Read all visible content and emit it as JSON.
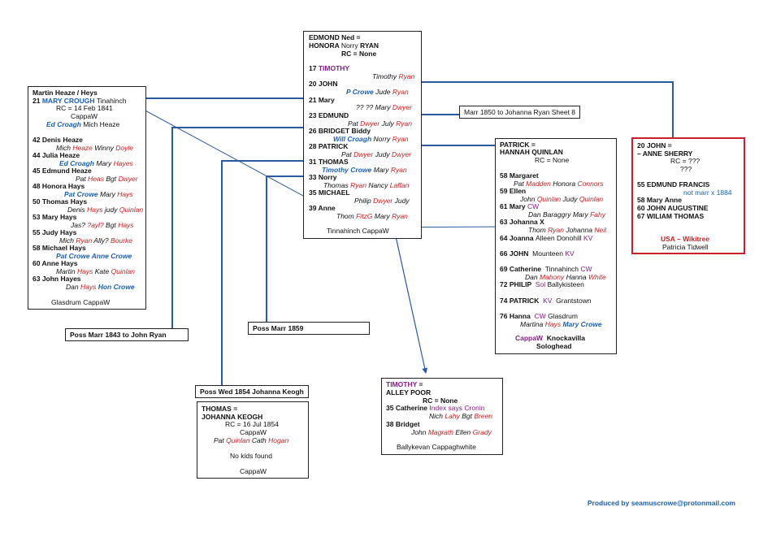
{
  "credit": "Produced by seamuscrowe@protonmail.com",
  "notes": {
    "marr_1850": "Marr 1850 to Johanna Ryan Sheet 8",
    "poss_1843": "Poss Marr 1843 to John Ryan",
    "poss_1859": "Poss Marr 1859",
    "poss_1854": "Poss Wed 1854 Johanna Keogh"
  },
  "center": {
    "h1": "EDMOND Ned =",
    "h2a": "HONORA",
    "h2b": "Norry",
    "h2c": "RYAN",
    "rc": "RC = None",
    "c17n": "17",
    "c17": "TIMOTHY",
    "c17s": "Timothy",
    "c17s2": "Ryan",
    "c20n": "20",
    "c20": "JOHN",
    "c20a": "P Crowe",
    "c20b": "Jude",
    "c20c": "Ryan",
    "c21n": "21",
    "c21": "Mary",
    "c21a": "?? ?? Mary",
    "c21b": "Dwyer",
    "c23n": "23",
    "c23": "EDMUND",
    "c23a": "Pat",
    "c23b": "Dwyer",
    "c23c": "July",
    "c23d": "Ryan",
    "c26n": "26",
    "c26": "BRIDGET Biddy",
    "c26a": "Will Croagh",
    "c26b": "Norry",
    "c26c": "Ryan",
    "c28n": "28",
    "c28": "PATRICK",
    "c28a": "Pat",
    "c28b": "Dwyer",
    "c28c": "Judy",
    "c28d": "Dwyer",
    "c31n": "31",
    "c31": "THOMAS",
    "c31a": "Timothy Crowe",
    "c31b": "Mary",
    "c31c": "Ryan",
    "c33n": "33",
    "c33": "Norry",
    "c33a": "Thomas",
    "c33b": "Ryan",
    "c33c": "Nancy",
    "c33d": "Laffan",
    "c35n": "35",
    "c35": "MICHAEL",
    "c35a": "Philip",
    "c35b": "Dwyer",
    "c35c": "Judy",
    "c39n": "39",
    "c39": "Anne",
    "c39a": "Thom",
    "c39b": "FitzG",
    "c39c": "Mary",
    "c39d": "Ryan",
    "place": "Tinnahinch  CappaW"
  },
  "martin": {
    "h1": "Martin Heaze / Heys",
    "h2n": "21",
    "h2a": "MARY CROUGH",
    "h2b": "Tinahinch",
    "rc": "RC = 14 Feb 1841",
    "place1": "CappaW",
    "sp_a": "Ed Croagh",
    "sp_b": "Mich Heaze",
    "k42": "42  Denis Heaze",
    "k42a": "Mich",
    "k42b": "Heaze",
    "k42c": "Winny",
    "k42d": "Doyle",
    "k44": "44  Julia Heaze",
    "k44a": "Ed Croagh",
    "k44b": "Mary",
    "k44c": "Hayes",
    "k45": "45  Edmund Heaze",
    "k45a": "Pat",
    "k45b": "Heas",
    "k45c": "Bgt",
    "k45d": "Dwyer",
    "k48": "48  Honora Hays",
    "k48a": "Pat Crowe",
    "k48b": "Mary",
    "k48c": "Hays",
    "k50": "50  Thomas Hays",
    "k50a": "Denis",
    "k50b": "Hays",
    "k50c": "judy",
    "k50d": "Quinlan",
    "k53": "53  Mary Hays",
    "k53a": "Jas?",
    "k53b": "?ayl?",
    "k53c": "Bgt",
    "k53d": "Hays",
    "k55": "55  Judy Hays",
    "k55a": "Mich",
    "k55b": "Ryan",
    "k55c": "Ally?",
    "k55d": "Bourke",
    "k58": "58  Michael Hays",
    "k58a": "Pat Crowe Anne Crowe",
    "k60": "60  Anne Hays",
    "k60a": "Martin",
    "k60b": "Hays",
    "k60c": "Kate",
    "k60d": "Quinlan",
    "k63": "63  John Hayes",
    "k63a": "Dan",
    "k63b": "Hays",
    "k63c": "Hon Crowe",
    "place2": "Glasdrum    CappaW"
  },
  "patrick": {
    "h1": "PATRICK =",
    "h2": "HANNAH QUINLAN",
    "rc": "RC = None",
    "k58": "58  Margaret",
    "k58a": "Pat",
    "k58b": "Madden",
    "k58c": "Honora",
    "k58d": "Connors",
    "k59": "59  Ellen",
    "k59a": "John",
    "k59b": "Quinlan",
    "k59c": "Judy",
    "k59d": "Quinlan",
    "k61": "61  Mary",
    "k61p": "CW",
    "k61a": "Dan Baraggry",
    "k61b": "Mary",
    "k61c": "Fahy",
    "k63": "63  Johanna  X",
    "k63a": "Thom",
    "k63b": "Ryan",
    "k63c": "Johanna",
    "k63d": "Neil",
    "k64": "64  Joanna",
    "k64a": "Alleen Donohill",
    "k64b": "KV",
    "k66": "66  JOHN",
    "k66a": "Mounteen",
    "k66b": "KV",
    "k69": "69  Catherine",
    "k69a": "Tinnahinch",
    "k69b": "CW",
    "k69c": "Dan",
    "k69d": "Mahony",
    "k69e": "Hanna",
    "k69f": "White",
    "k72": "72  PHILIP",
    "k72a": "Sol",
    "k72b": "Ballykisteen",
    "k74": "74  PATRICK",
    "k74a": "KV",
    "k74b": "Grantstown",
    "k76": "76  Hanna",
    "k76a": "CW",
    "k76b": "Glasdrum",
    "k76c": "Martina",
    "k76d": "Hays",
    "k76e": "Mary Crowe",
    "place1": "CappaW",
    "place2": "Knockavilla",
    "place3": "Sologhead"
  },
  "john": {
    "h1": "20  JOHN  =",
    "h2": "–   ANNE SHERRY",
    "rc": "RC = ???",
    "q": "???",
    "k55": "55  EDMUND FRANCIS",
    "k55a": "not marr x 1884",
    "k58": "58  Mary Anne",
    "k60": "60  JOHN AUGUSTINE",
    "k67": "67  WILIAM THOMAS",
    "usa": "USA – Wikitree",
    "who": "Patricia Tidwell"
  },
  "timothy": {
    "h1": "TIMOTHY",
    "h1b": "=",
    "h2": "ALLEY POOR",
    "rc": "RC = None",
    "k35": "35  Catherine",
    "k35a": "Index says Cronin",
    "k35b": "Nich",
    "k35c": "Lahy",
    "k35d": "Bgt",
    "k35e": "Breen",
    "k38": "38  Bridget",
    "k38a": "John",
    "k38b": "Magrath",
    "k38c": "Ellen",
    "k38d": "Grady",
    "place": "Ballykevan  Cappaghwhite"
  },
  "thomas": {
    "h1": "THOMAS  =",
    "h2": "JOHANNA KEOGH",
    "rc": "RC = 16 Jul 1854",
    "place": "CappaW",
    "a": "Pat",
    "b": "Quinlan",
    "c": "Cath",
    "d": "Hogan",
    "nokids": "No kids found",
    "place2": "CappaW"
  }
}
